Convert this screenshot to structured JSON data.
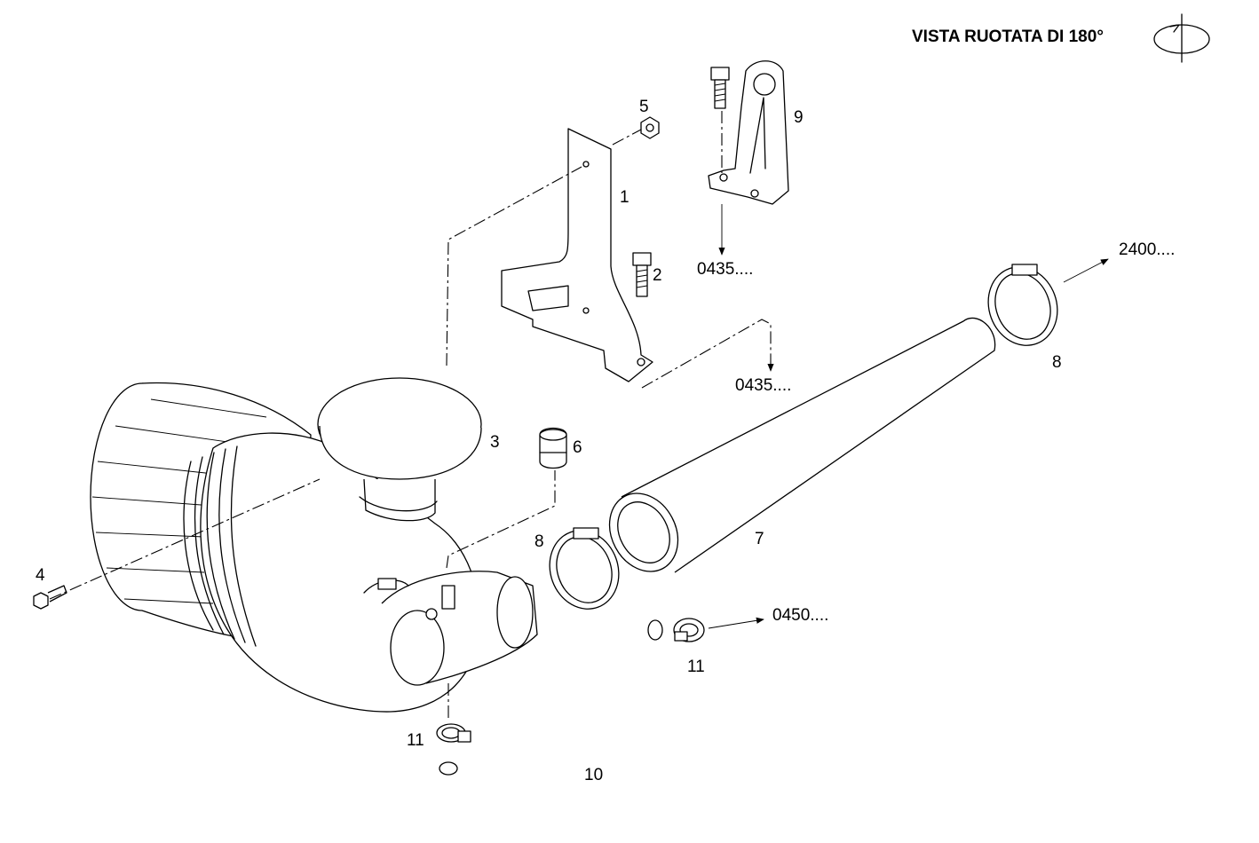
{
  "title": "VISTA RUOTATA DI 180°",
  "icons": {
    "rotation": "rotate-180-icon"
  },
  "labels": {
    "p1": "1",
    "p2": "2",
    "p3": "3",
    "p4": "4",
    "p5": "5",
    "p6": "6",
    "p7": "7",
    "p8a": "8",
    "p8b": "8",
    "p9": "9",
    "p10": "10",
    "p11a": "11",
    "p11b": "11",
    "ref0435a": "0435....",
    "ref0435b": "0435....",
    "ref2400": "2400....",
    "ref0450": "0450...."
  }
}
